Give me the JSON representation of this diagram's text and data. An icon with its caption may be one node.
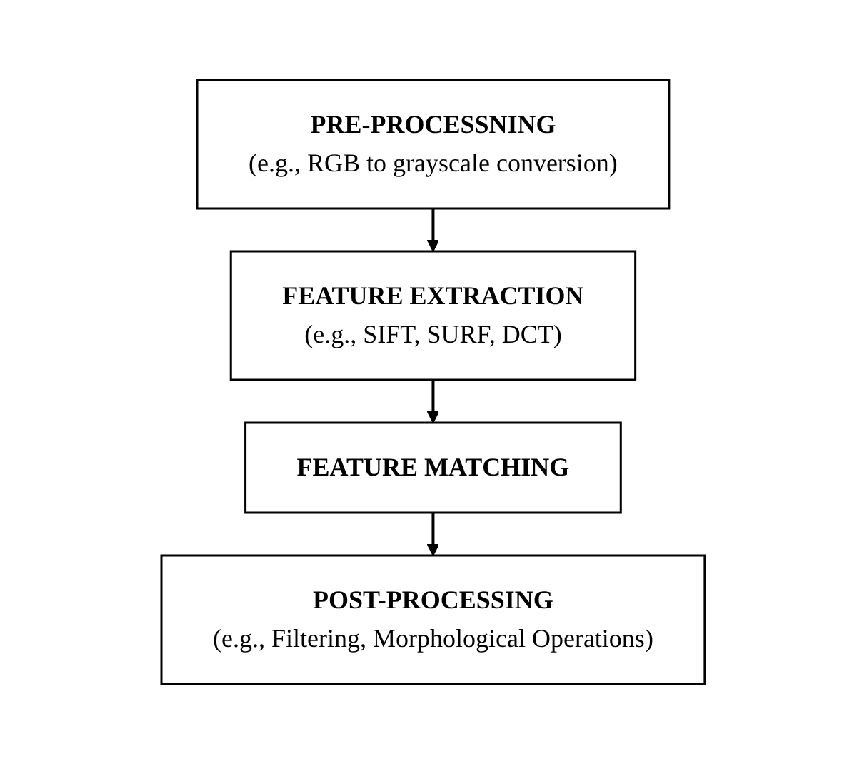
{
  "diagram": {
    "nodes": [
      {
        "text": [
          "PRE-PROCESSNING",
          "(e.g., RGB to grayscale conversion)"
        ]
      },
      {
        "text": [
          "FEATURE EXTRACTION",
          "(e.g., SIFT, SURF, DCT)"
        ]
      },
      {
        "text": [
          "FEATURE MATCHING"
        ]
      },
      {
        "text": [
          "POST-PROCESSING",
          "(e.g., Filtering, Morphological Operations)"
        ]
      }
    ],
    "edges": [
      {
        "from": 0,
        "to": 1,
        "arrow": "to"
      },
      {
        "from": 1,
        "to": 2,
        "arrow": "to"
      },
      {
        "from": 2,
        "to": 3,
        "arrow": "to"
      }
    ]
  }
}
